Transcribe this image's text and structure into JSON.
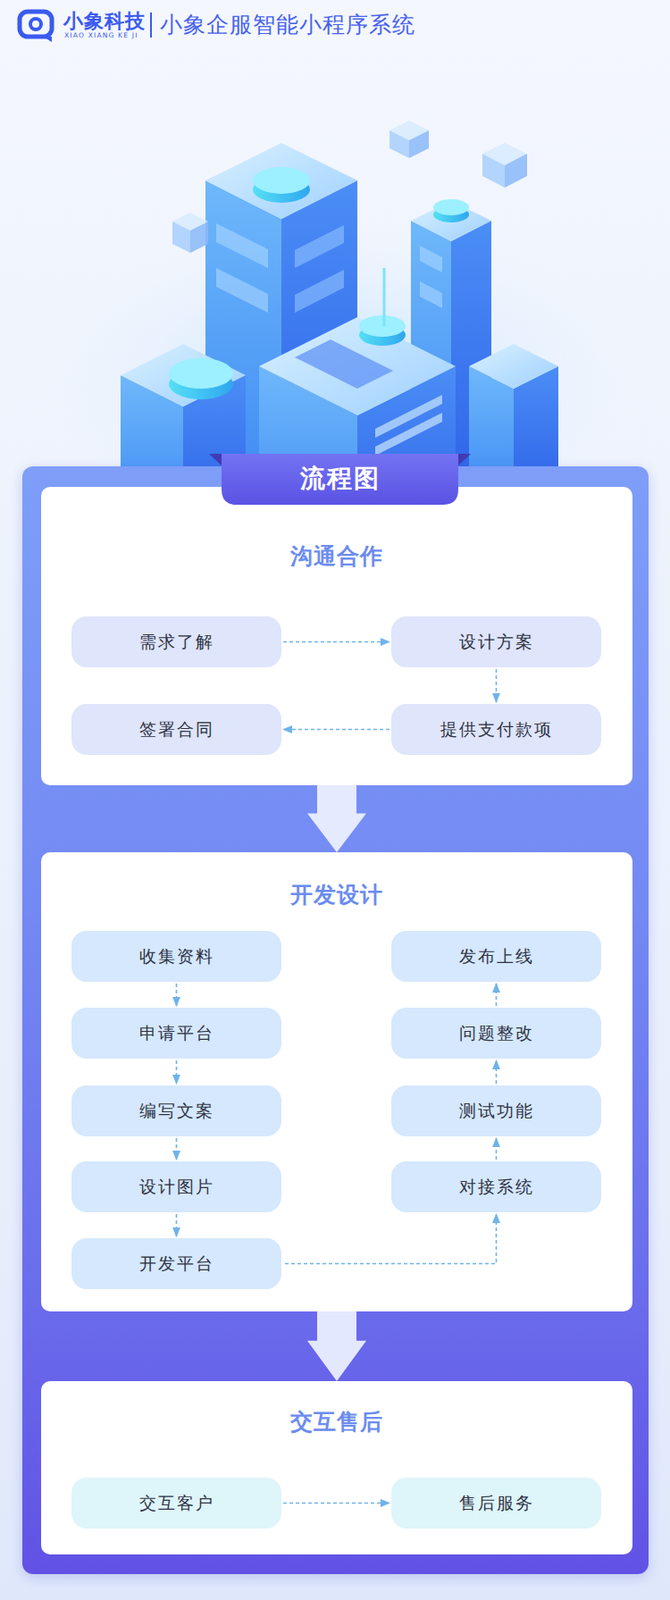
{
  "diagram": {
    "title": "小象企服智能小程序系统",
    "nodes": [
      {
        "text": [
          "流程图"
        ]
      },
      {
        "text": [
          "沟通合作"
        ]
      },
      {
        "text": [
          "需求了解"
        ],
        "in": 1
      },
      {
        "text": [
          "设计方案"
        ],
        "in": 1
      },
      {
        "text": [
          "签署合同"
        ],
        "in": 1
      },
      {
        "text": [
          "提供支付款项"
        ],
        "in": 1
      },
      {
        "text": [
          "开发设计"
        ]
      },
      {
        "text": [
          "收集资料"
        ],
        "in": 6
      },
      {
        "text": [
          "发布上线"
        ],
        "in": 6
      },
      {
        "text": [
          "申请平台"
        ],
        "in": 6
      },
      {
        "text": [
          "问题整改"
        ],
        "in": 6
      },
      {
        "text": [
          "编写文案"
        ],
        "in": 6
      },
      {
        "text": [
          "测试功能"
        ],
        "in": 6
      },
      {
        "text": [
          "设计图片"
        ],
        "in": 6
      },
      {
        "text": [
          "对接系统"
        ],
        "in": 6
      },
      {
        "text": [
          "开发平台"
        ],
        "in": 6
      },
      {
        "text": [
          "交互售后"
        ]
      },
      {
        "text": [
          "交互客户"
        ],
        "in": 16
      },
      {
        "text": [
          "售后服务"
        ],
        "in": 16
      }
    ],
    "edges": [
      {
        "from": 2,
        "to": 3,
        "arrow": "to"
      },
      {
        "from": 3,
        "to": 5,
        "arrow": "to"
      },
      {
        "from": 5,
        "to": 4,
        "arrow": "to"
      },
      {
        "from": 1,
        "to": 6,
        "arrow": "to"
      },
      {
        "from": 7,
        "to": 9,
        "arrow": "to"
      },
      {
        "from": 9,
        "to": 11,
        "arrow": "to"
      },
      {
        "from": 11,
        "to": 13,
        "arrow": "to"
      },
      {
        "from": 13,
        "to": 15,
        "arrow": "to"
      },
      {
        "from": 15,
        "to": 14,
        "arrow": "to"
      },
      {
        "from": 14,
        "to": 12,
        "arrow": "to"
      },
      {
        "from": 12,
        "to": 10,
        "arrow": "to"
      },
      {
        "from": 10,
        "to": 8,
        "arrow": "to"
      },
      {
        "from": 6,
        "to": 16,
        "arrow": "to"
      },
      {
        "from": 17,
        "to": 18,
        "arrow": "to"
      }
    ],
    "labels": [
      "小象科技",
      "XIAO XIANG KE JI"
    ]
  }
}
